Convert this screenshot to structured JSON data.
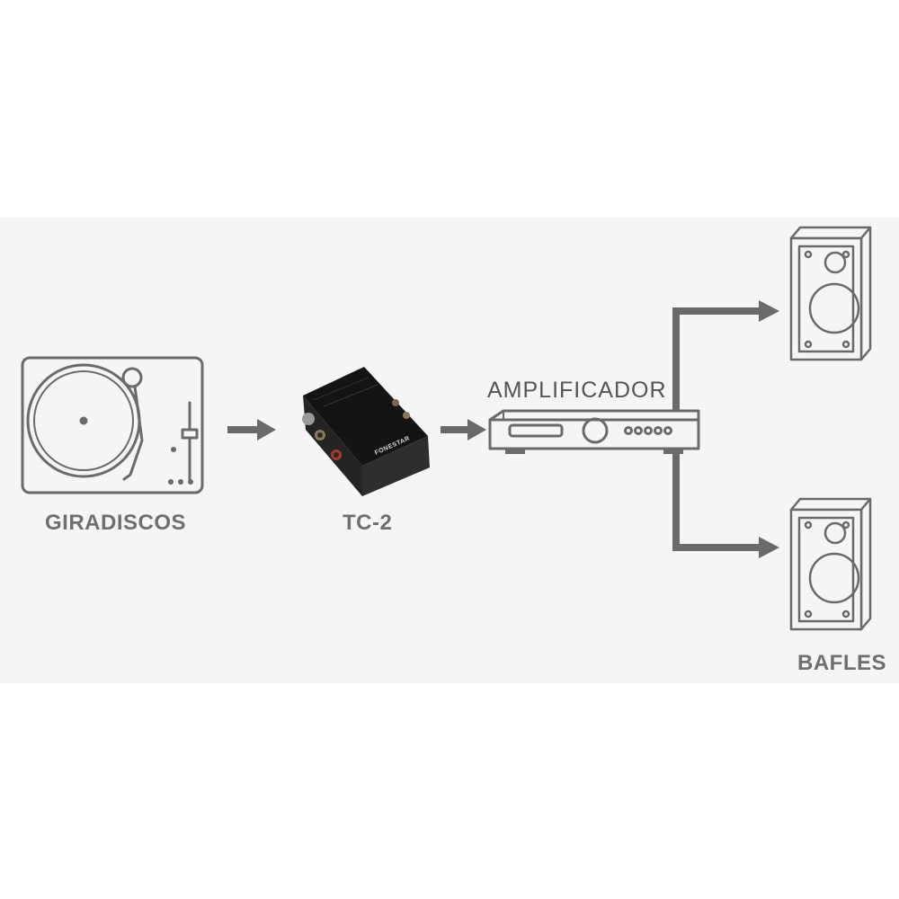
{
  "labels": {
    "turntable": "GIRADISCOS",
    "preamp": "TC-2",
    "amplifier": "AMPLIFICADOR",
    "speakers": "BAFLES"
  },
  "device": {
    "brand": "FONESTAR"
  },
  "colors": {
    "background": "#f5f5f5",
    "line_art": "#6a6a6a",
    "arrow": "#6a6a6a",
    "label": "#6f6f6f",
    "preamp_body": "#1e1e1e"
  },
  "icons": [
    "turntable-icon",
    "preamp-device",
    "amplifier-icon",
    "speaker-icon"
  ]
}
